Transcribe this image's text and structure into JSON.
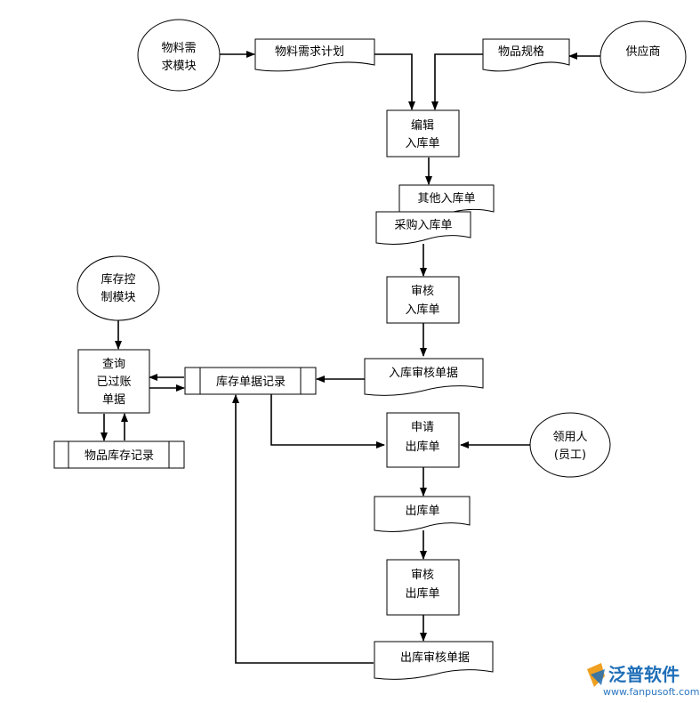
{
  "nodes": {
    "material_module": {
      "line1": "物料需",
      "line2": "求模块"
    },
    "material_plan": {
      "label": "物料需求计划"
    },
    "item_spec": {
      "label": "物品规格"
    },
    "supplier": {
      "label": "供应商"
    },
    "edit_inbound": {
      "line1": "编辑",
      "line2": "入库单"
    },
    "other_inbound": {
      "label": "其他入库单"
    },
    "purchase_inbound": {
      "label": "采购入库单"
    },
    "audit_inbound": {
      "line1": "审核",
      "line2": "入库单"
    },
    "inbound_audit_doc": {
      "label": "入库审核单据"
    },
    "inventory_module": {
      "line1": "库存控",
      "line2": "制模块"
    },
    "query_posted": {
      "line1": "查询",
      "line2": "已过账",
      "line3": "单据"
    },
    "inventory_records": {
      "label": "库存单据记录"
    },
    "item_stock_records": {
      "label": "物品库存记录"
    },
    "apply_outbound": {
      "line1": "申请",
      "line2": "出库单"
    },
    "requester": {
      "line1": "领用人",
      "line2": "(员工)"
    },
    "outbound_doc": {
      "label": "出库单"
    },
    "audit_outbound": {
      "line1": "审核",
      "line2": "出库单"
    },
    "outbound_audit_doc": {
      "label": "出库审核单据"
    }
  },
  "logo": {
    "brand": "泛普软件",
    "url": "www.fanpusoft.com"
  },
  "colors": {
    "stroke": "#000000",
    "brand": "#1f6fb8"
  }
}
